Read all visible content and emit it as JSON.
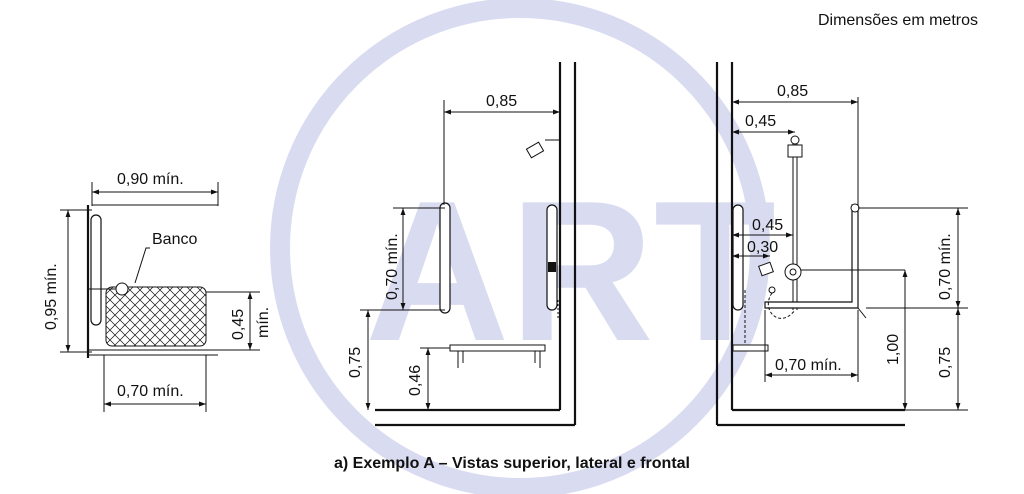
{
  "units_note": "Dimensões em metros",
  "caption": "a) Exemplo A – Vistas superior, lateral e frontal",
  "watermark": "ART",
  "top_view": {
    "width_label": "0,90 mín.",
    "depth_label": "0,95 mín.",
    "bench_label": "Banco",
    "bench_depth_label_1": "0,45",
    "bench_depth_label_2": "mín.",
    "bench_width_label": "0,70 mín."
  },
  "side_view": {
    "bar_distance": "0,85",
    "bar_height": "0,70 mín.",
    "bar_base": "0,75",
    "bench_height": "0,46"
  },
  "front_view": {
    "bar_distance": "0,85",
    "shower_distance": "0,45",
    "d045": "0,45",
    "d030": "0,30",
    "bar_height": "0,70 mín.",
    "bar_base": "0,75",
    "valve_height": "1,00",
    "bench_width": "0,70 mín."
  },
  "colors": {
    "line": "#111111",
    "watermark": "#d9dcf0"
  }
}
